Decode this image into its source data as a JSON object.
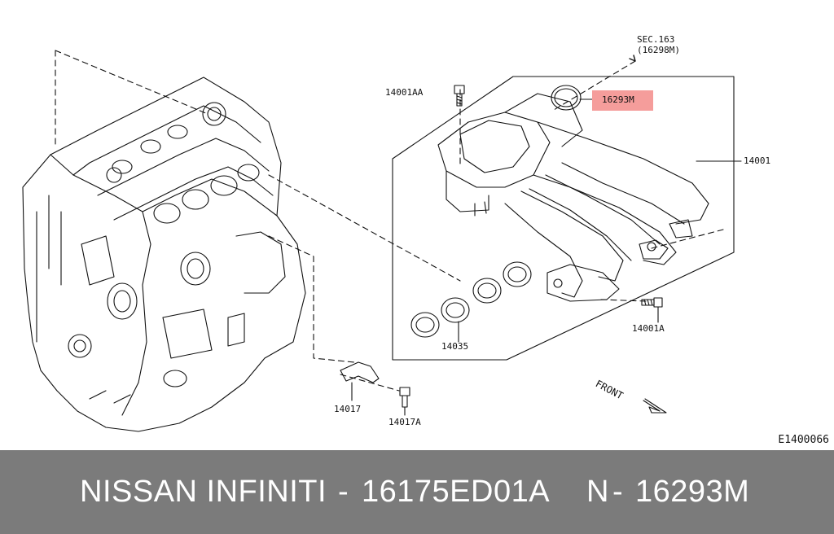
{
  "diagram": {
    "labels": {
      "sec": "SEC.163",
      "sec_ref": "(16298M)",
      "bolt_top": "14001AA",
      "highlight": "16293M",
      "manifold": "14001",
      "bolt_right": "14001A",
      "gasket": "14035",
      "bracket": "14017",
      "bracket_bolt": "14017A",
      "front": "FRONT"
    },
    "ref_code": "E1400066",
    "highlight_color": "#f59d9b"
  },
  "footer": {
    "brand": "NISSAN  INFINITI",
    "sep1": "-",
    "part_number": "16175ED01A",
    "oem_prefix": "N",
    "sep2": "-",
    "oem_code": "16293M",
    "background": "#7b7b7b"
  }
}
